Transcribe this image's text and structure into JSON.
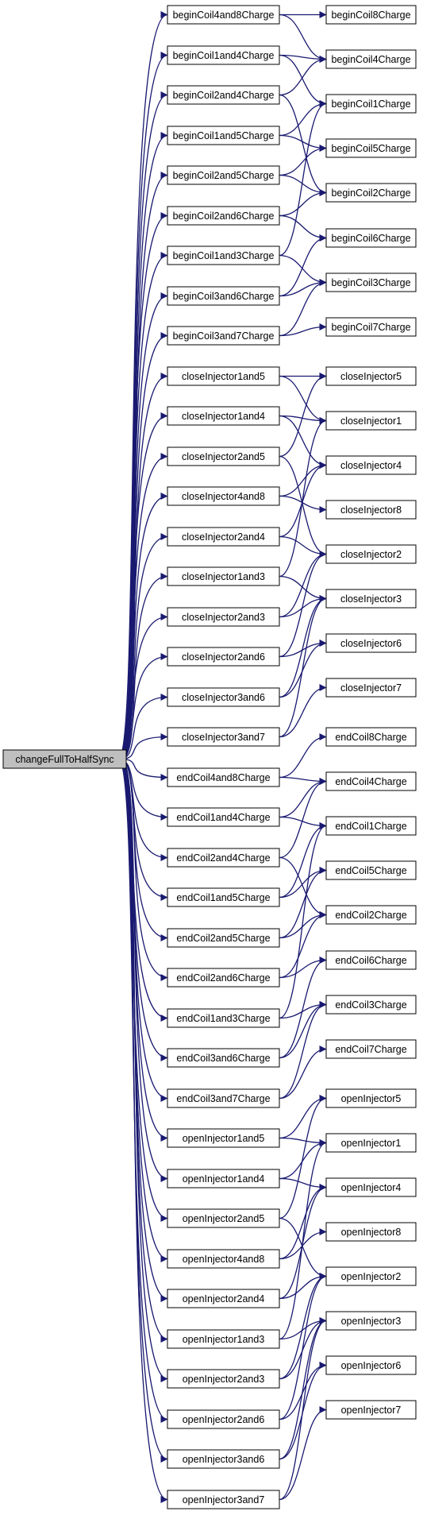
{
  "colors": {
    "edge": "#191970",
    "node_border": "#000000",
    "root_fill": "#bfbfbf",
    "node_fill": "#ffffff"
  },
  "root": {
    "label": "changeFullToHalfSync"
  },
  "middle": [
    {
      "label": "beginCoil4and8Charge",
      "targets": [
        "beginCoil8Charge",
        "beginCoil4Charge"
      ]
    },
    {
      "label": "beginCoil1and4Charge",
      "targets": [
        "beginCoil4Charge",
        "beginCoil1Charge"
      ]
    },
    {
      "label": "beginCoil2and4Charge",
      "targets": [
        "beginCoil4Charge",
        "beginCoil2Charge"
      ]
    },
    {
      "label": "beginCoil1and5Charge",
      "targets": [
        "beginCoil1Charge",
        "beginCoil5Charge"
      ]
    },
    {
      "label": "beginCoil2and5Charge",
      "targets": [
        "beginCoil5Charge",
        "beginCoil2Charge"
      ]
    },
    {
      "label": "beginCoil2and6Charge",
      "targets": [
        "beginCoil2Charge",
        "beginCoil6Charge"
      ]
    },
    {
      "label": "beginCoil1and3Charge",
      "targets": [
        "beginCoil1Charge",
        "beginCoil3Charge"
      ]
    },
    {
      "label": "beginCoil3and6Charge",
      "targets": [
        "beginCoil6Charge",
        "beginCoil3Charge"
      ]
    },
    {
      "label": "beginCoil3and7Charge",
      "targets": [
        "beginCoil3Charge",
        "beginCoil7Charge"
      ]
    },
    {
      "label": "closeInjector1and5",
      "targets": [
        "closeInjector5",
        "closeInjector1"
      ]
    },
    {
      "label": "closeInjector1and4",
      "targets": [
        "closeInjector1",
        "closeInjector4"
      ]
    },
    {
      "label": "closeInjector2and5",
      "targets": [
        "closeInjector5",
        "closeInjector2"
      ]
    },
    {
      "label": "closeInjector4and8",
      "targets": [
        "closeInjector4",
        "closeInjector8"
      ]
    },
    {
      "label": "closeInjector2and4",
      "targets": [
        "closeInjector4",
        "closeInjector2"
      ]
    },
    {
      "label": "closeInjector1and3",
      "targets": [
        "closeInjector1",
        "closeInjector3"
      ]
    },
    {
      "label": "closeInjector2and3",
      "targets": [
        "closeInjector2",
        "closeInjector3"
      ]
    },
    {
      "label": "closeInjector2and6",
      "targets": [
        "closeInjector2",
        "closeInjector6"
      ]
    },
    {
      "label": "closeInjector3and6",
      "targets": [
        "closeInjector3",
        "closeInjector6"
      ]
    },
    {
      "label": "closeInjector3and7",
      "targets": [
        "closeInjector3",
        "closeInjector7"
      ]
    },
    {
      "label": "endCoil4and8Charge",
      "targets": [
        "endCoil8Charge",
        "endCoil4Charge"
      ]
    },
    {
      "label": "endCoil1and4Charge",
      "targets": [
        "endCoil4Charge",
        "endCoil1Charge"
      ]
    },
    {
      "label": "endCoil2and4Charge",
      "targets": [
        "endCoil4Charge",
        "endCoil2Charge"
      ]
    },
    {
      "label": "endCoil1and5Charge",
      "targets": [
        "endCoil1Charge",
        "endCoil5Charge"
      ]
    },
    {
      "label": "endCoil2and5Charge",
      "targets": [
        "endCoil5Charge",
        "endCoil2Charge"
      ]
    },
    {
      "label": "endCoil2and6Charge",
      "targets": [
        "endCoil2Charge",
        "endCoil6Charge"
      ]
    },
    {
      "label": "endCoil1and3Charge",
      "targets": [
        "endCoil1Charge",
        "endCoil3Charge"
      ]
    },
    {
      "label": "endCoil3and6Charge",
      "targets": [
        "endCoil6Charge",
        "endCoil3Charge"
      ]
    },
    {
      "label": "endCoil3and7Charge",
      "targets": [
        "endCoil3Charge",
        "endCoil7Charge"
      ]
    },
    {
      "label": "openInjector1and5",
      "targets": [
        "openInjector5",
        "openInjector1"
      ]
    },
    {
      "label": "openInjector1and4",
      "targets": [
        "openInjector1",
        "openInjector4"
      ]
    },
    {
      "label": "openInjector2and5",
      "targets": [
        "openInjector5",
        "openInjector2"
      ]
    },
    {
      "label": "openInjector4and8",
      "targets": [
        "openInjector4",
        "openInjector8"
      ]
    },
    {
      "label": "openInjector2and4",
      "targets": [
        "openInjector4",
        "openInjector2"
      ]
    },
    {
      "label": "openInjector1and3",
      "targets": [
        "openInjector1",
        "openInjector3"
      ]
    },
    {
      "label": "openInjector2and3",
      "targets": [
        "openInjector2",
        "openInjector3"
      ]
    },
    {
      "label": "openInjector2and6",
      "targets": [
        "openInjector2",
        "openInjector6"
      ]
    },
    {
      "label": "openInjector3and6",
      "targets": [
        "openInjector3",
        "openInjector6"
      ]
    },
    {
      "label": "openInjector3and7",
      "targets": [
        "openInjector3",
        "openInjector7"
      ]
    }
  ],
  "leaves": [
    "beginCoil8Charge",
    "beginCoil4Charge",
    "beginCoil1Charge",
    "beginCoil5Charge",
    "beginCoil2Charge",
    "beginCoil6Charge",
    "beginCoil3Charge",
    "beginCoil7Charge",
    "closeInjector5",
    "closeInjector1",
    "closeInjector4",
    "closeInjector8",
    "closeInjector2",
    "closeInjector3",
    "closeInjector6",
    "closeInjector7",
    "endCoil8Charge",
    "endCoil4Charge",
    "endCoil1Charge",
    "endCoil5Charge",
    "endCoil2Charge",
    "endCoil6Charge",
    "endCoil3Charge",
    "endCoil7Charge",
    "openInjector5",
    "openInjector1",
    "openInjector4",
    "openInjector8",
    "openInjector2",
    "openInjector3",
    "openInjector6",
    "openInjector7"
  ]
}
